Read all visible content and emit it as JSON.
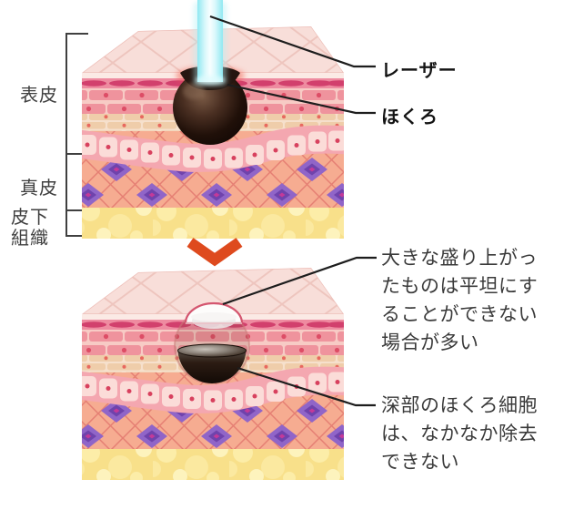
{
  "labels": {
    "epidermis": "表皮",
    "dermis": "真皮",
    "subcutaneous_tissue": "皮下\n組織",
    "laser": "レーザー",
    "mole": "ほくろ",
    "note_raised_mole": "大きな盛り上がっ\nたものは平坦にす\nることができない\n場合が多い",
    "note_deep_cells": "深部のほくろ細胞\nは、なかなか除去\nできない"
  },
  "icons": {
    "down_arrow": "chevron-down-icon"
  },
  "colors": {
    "arrow_orange": "#de4a1e",
    "laser_cyan": "#8fe8f1",
    "mole_dark": "#1c0f08",
    "epidermis_pink": "#ef939d",
    "dermis_salmon": "#f6ac91",
    "fat_yellow": "#f8e08a",
    "leader_line": "#1d1d1d",
    "text_dark": "#3a3a3a"
  }
}
